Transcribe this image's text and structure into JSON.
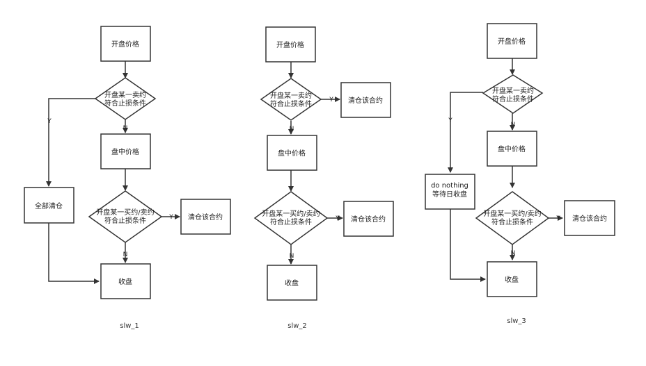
{
  "flowcharts": [
    {
      "caption": "slw_1",
      "open_price": "开盘价格",
      "open_check": [
        "开盘某一卖约",
        "符合止损条件"
      ],
      "yes_action": "全部清仓",
      "mid_price": "盘中价格",
      "mid_check": [
        "开盘某一买约/卖约",
        "符合止损条件"
      ],
      "mid_action": "清仓该合约",
      "close": "收盘",
      "y_label": "Y",
      "n_label": "N"
    },
    {
      "caption": "slw_2",
      "open_price": "开盘价格",
      "open_check": [
        "开盘某一卖约",
        "符合止损条件"
      ],
      "yes_action": "清仓该合约",
      "mid_price": "盘中价格",
      "mid_check": [
        "开盘某一买约/卖约",
        "符合止损条件"
      ],
      "mid_action": "清仓该合约",
      "close": "收盘",
      "y_label": "Y",
      "n_label": "N"
    },
    {
      "caption": "slw_3",
      "open_price": "开盘价格",
      "open_check": [
        "开盘某一卖约",
        "符合止损条件"
      ],
      "yes_action": [
        "do nothing",
        "等待日收盘"
      ],
      "mid_price": "盘中价格",
      "mid_check": [
        "开盘某一买约/卖约",
        "符合止损条件"
      ],
      "mid_action": "清仓该合约",
      "close": "收盘",
      "y_label": "Y",
      "n_label": "N"
    }
  ]
}
